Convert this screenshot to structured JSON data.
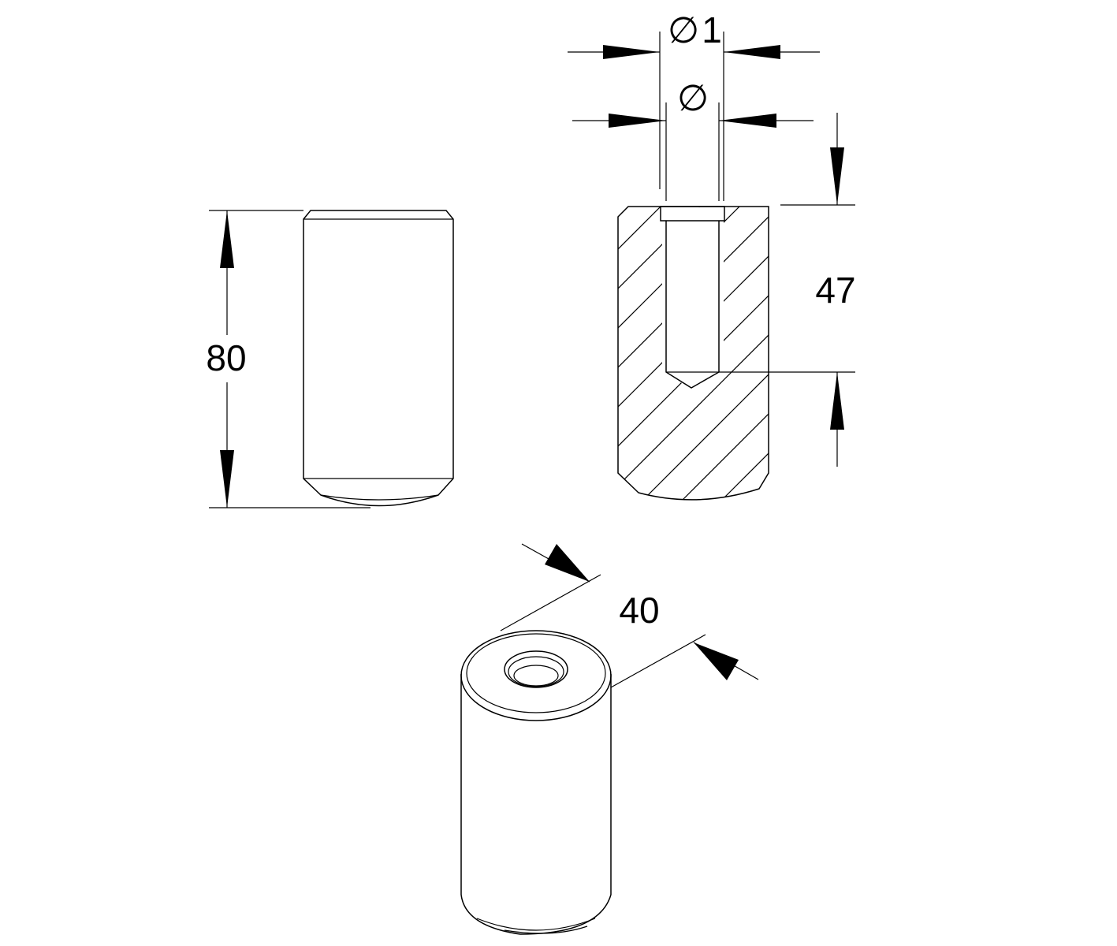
{
  "dimensions": {
    "height": "80",
    "depth": "47",
    "diameter_outer": "1",
    "diameter_inner": "",
    "diameter_symbol": "∅",
    "width": "40"
  },
  "colors": {
    "line": "#000000",
    "background": "#ffffff"
  }
}
